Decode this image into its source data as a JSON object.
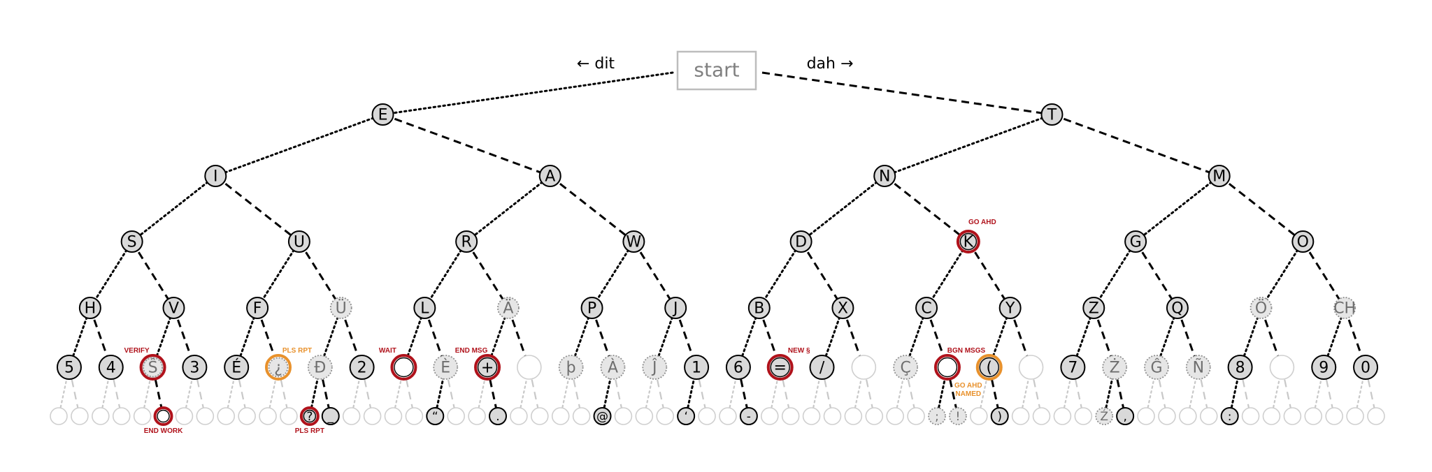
{
  "start": {
    "label": "start"
  },
  "directions": {
    "dit": "← dit",
    "dah": "dah →"
  },
  "colors": {
    "prosign_red": "#b0121b",
    "prosign_orange": "#e8912c",
    "node_fill": "#d9d9d9",
    "ghost": "#c8c8c8"
  },
  "tree": [
    {
      "code": ".",
      "label": "E"
    },
    {
      "code": "-",
      "label": "T"
    },
    {
      "code": "..",
      "label": "I"
    },
    {
      "code": ".-",
      "label": "A"
    },
    {
      "code": "-.",
      "label": "N"
    },
    {
      "code": "--",
      "label": "M"
    },
    {
      "code": "...",
      "label": "S"
    },
    {
      "code": "..-",
      "label": "U"
    },
    {
      "code": ".-.",
      "label": "R"
    },
    {
      "code": ".--",
      "label": "W"
    },
    {
      "code": "-..",
      "label": "D"
    },
    {
      "code": "-.-",
      "label": "K",
      "style": "prosign-red-filled",
      "prosign": "GO AHD",
      "prosign_color": "red",
      "prosign_pos": "above"
    },
    {
      "code": "--.",
      "label": "G"
    },
    {
      "code": "---",
      "label": "O"
    },
    {
      "code": "....",
      "label": "H"
    },
    {
      "code": "...-",
      "label": "V"
    },
    {
      "code": "..-.",
      "label": "F"
    },
    {
      "code": "..--",
      "label": "Ü",
      "style": "minor"
    },
    {
      "code": ".-..",
      "label": "L"
    },
    {
      "code": ".-.-",
      "label": "Ä",
      "style": "minor"
    },
    {
      "code": ".--.",
      "label": "P"
    },
    {
      "code": ".---",
      "label": "J"
    },
    {
      "code": "-...",
      "label": "B"
    },
    {
      "code": "-..-",
      "label": "X"
    },
    {
      "code": "-.-.",
      "label": "C"
    },
    {
      "code": "-.--",
      "label": "Y"
    },
    {
      "code": "--..",
      "label": "Z"
    },
    {
      "code": "--.-",
      "label": "Q"
    },
    {
      "code": "---.",
      "label": "Ö",
      "style": "minor"
    },
    {
      "code": "----",
      "label": "CH",
      "style": "minor"
    },
    {
      "code": ".....",
      "label": "5"
    },
    {
      "code": "....-",
      "label": "4"
    },
    {
      "code": "...-.",
      "label": "Ŝ",
      "style": "prosign-red-minor",
      "prosign": "VERIFY",
      "prosign_color": "red",
      "prosign_pos": "left"
    },
    {
      "code": "...--",
      "label": "3"
    },
    {
      "code": "..-..",
      "label": "É"
    },
    {
      "code": "..-.-",
      "label": "¿",
      "style": "prosign-orange-minor",
      "prosign": "PLS RPT",
      "prosign_color": "orange",
      "prosign_pos": "right"
    },
    {
      "code": "..--.",
      "label": "Đ",
      "style": "minor"
    },
    {
      "code": "..---",
      "label": "2"
    },
    {
      "code": ".-...",
      "label": "",
      "style": "prosign-red",
      "prosign": "WAIT",
      "prosign_color": "red",
      "prosign_pos": "left"
    },
    {
      "code": ".-..-",
      "label": "È",
      "style": "minor"
    },
    {
      "code": ".-.-.",
      "label": "+",
      "style": "prosign-red-filled",
      "prosign": "END MSG",
      "prosign_color": "red",
      "prosign_pos": "left"
    },
    {
      "code": ".-.--",
      "label": "",
      "style": "empty"
    },
    {
      "code": ".--..",
      "label": "þ",
      "style": "minor"
    },
    {
      "code": ".--.-",
      "label": "À",
      "style": "minor"
    },
    {
      "code": ".---.",
      "label": "Ĵ",
      "style": "minor"
    },
    {
      "code": ".----",
      "label": "1"
    },
    {
      "code": "-....",
      "label": "6"
    },
    {
      "code": "-...-",
      "label": "=",
      "style": "prosign-red-filled",
      "prosign": "NEW §",
      "prosign_color": "red",
      "prosign_pos": "right"
    },
    {
      "code": "-..-.",
      "label": "/"
    },
    {
      "code": "-..--",
      "label": "",
      "style": "empty"
    },
    {
      "code": "-.-..",
      "label": "Ç",
      "style": "minor"
    },
    {
      "code": "-.-.-",
      "label": "",
      "style": "prosign-red",
      "prosign": "BGN MSGS",
      "prosign_color": "red",
      "prosign_pos": "right"
    },
    {
      "code": "-.--.",
      "label": "(",
      "style": "prosign-orange-filled",
      "prosign": "GO AHD|NAMED",
      "prosign_color": "orange",
      "prosign_pos": "below-left"
    },
    {
      "code": "-.---",
      "label": "",
      "style": "empty"
    },
    {
      "code": "--...",
      "label": "7"
    },
    {
      "code": "--..-",
      "label": "Ż",
      "style": "minor"
    },
    {
      "code": "--.-.",
      "label": "Ĝ",
      "style": "minor"
    },
    {
      "code": "--.--",
      "label": "Ñ",
      "style": "minor"
    },
    {
      "code": "---..",
      "label": "8"
    },
    {
      "code": "---.-",
      "label": "",
      "style": "empty"
    },
    {
      "code": "----.",
      "label": "9"
    },
    {
      "code": "-----",
      "label": "0"
    },
    {
      "code": "...-.-",
      "label": "",
      "style": "prosign-red",
      "prosign": "END WORK",
      "prosign_color": "red",
      "prosign_pos": "below"
    },
    {
      "code": "..--..",
      "label": "?",
      "style": "prosign-red-filled",
      "prosign": "PLS RPT",
      "prosign_color": "red",
      "prosign_pos": "below"
    },
    {
      "code": "..--.-",
      "label": "_"
    },
    {
      "code": ".-..-.",
      "label": "“"
    },
    {
      "code": ".-.-.-",
      "label": "."
    },
    {
      "code": ".--.-.",
      "label": "@"
    },
    {
      "code": ".----.",
      "label": "‘"
    },
    {
      "code": "-....-",
      "label": "-"
    },
    {
      "code": "-.-.-.",
      "label": ";",
      "style": "minor"
    },
    {
      "code": "-.-.--",
      "label": "!",
      "style": "minor"
    },
    {
      "code": "-.--.-",
      "label": ")"
    },
    {
      "code": "--..-.",
      "label": "Ź",
      "style": "minor"
    },
    {
      "code": "--..--",
      "label": ","
    },
    {
      "code": "---...",
      "label": ":"
    }
  ]
}
